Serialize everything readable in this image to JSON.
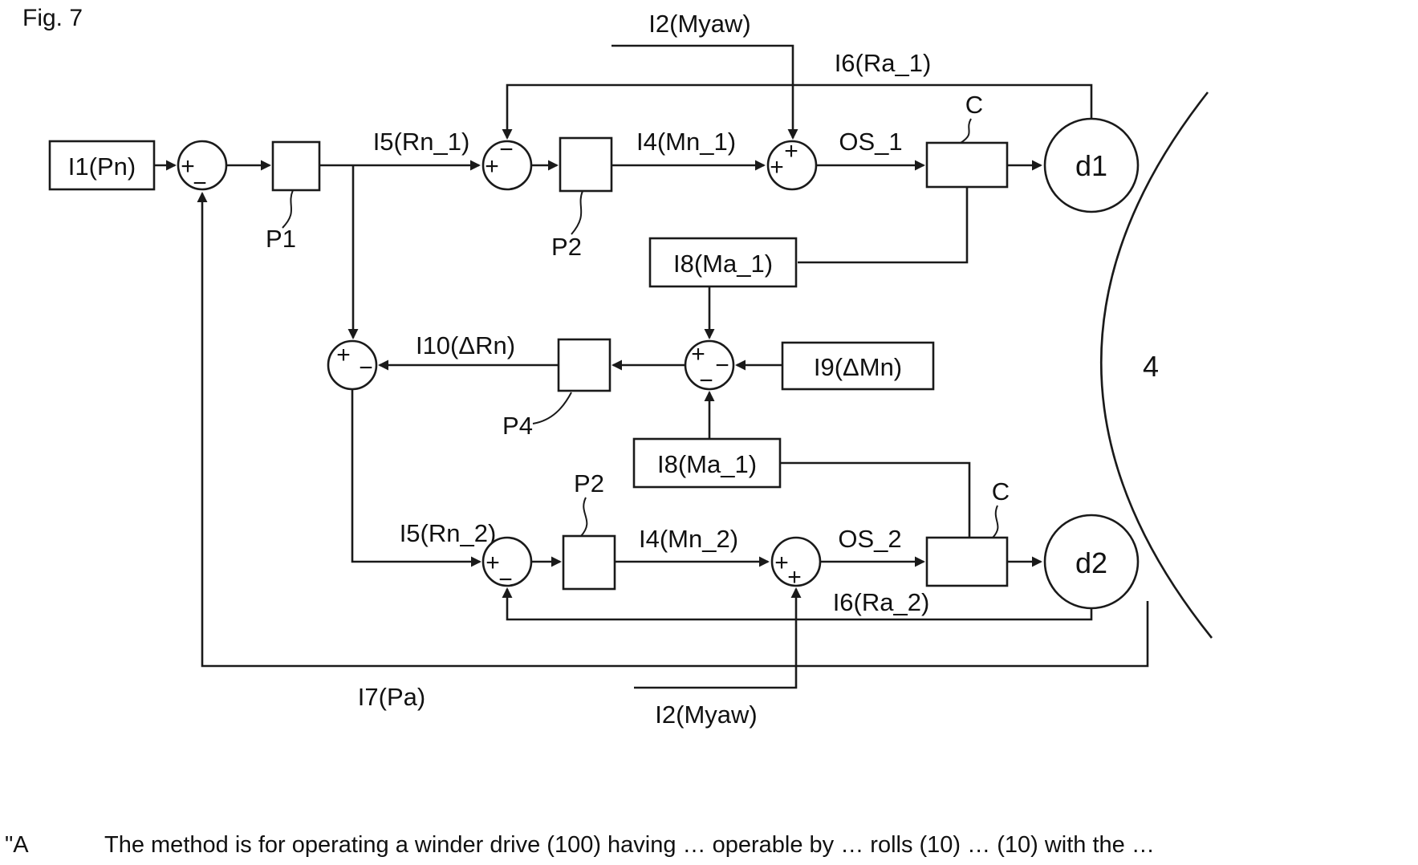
{
  "figure": {
    "label": "Fig. 7",
    "drum_ref": "4",
    "caption_lead": "\"A",
    "caption": "The method is for operating a winder drive (100) having … operable by … rolls (10) … (10) with the …"
  },
  "blocks": {
    "i1_pn": "I1(Pn)",
    "p1": "P1",
    "p2_top": "P2",
    "p2_bottom": "P2",
    "p4": "P4",
    "c_top": "C",
    "c_bottom": "C",
    "i8_ma1_top": "I8(Ma_1)",
    "i8_ma1_bottom": "I8(Ma_1)",
    "i9_dmn": "I9(ΔMn)",
    "d1": "d1",
    "d2": "d2"
  },
  "signals": {
    "i2_myaw_top": "I2(Myaw)",
    "i2_myaw_bottom": "I2(Myaw)",
    "i5_rn1": "I5(Rn_1)",
    "i5_rn2": "I5(Rn_2)",
    "i4_mn1": "I4(Mn_1)",
    "i4_mn2": "I4(Mn_2)",
    "os_1": "OS_1",
    "os_2": "OS_2",
    "i6_ra1": "I6(Ra_1)",
    "i6_ra2": "I6(Ra_2)",
    "i7_pa": "I7(Pa)",
    "i10_drn": "I10(ΔRn)"
  },
  "junctions": {
    "sum_input": {
      "left": "+",
      "bottom": "−"
    },
    "sum_rn1": {
      "top": "−",
      "left": "+"
    },
    "sum_mn1": {
      "top": "+",
      "left": "+"
    },
    "sum_delta": {
      "top": "+",
      "right": "−",
      "bottom": "−"
    },
    "sum_rn_delta": {
      "top": "+",
      "right": "−"
    },
    "sum_rn2": {
      "left": "+",
      "bottom": "−"
    },
    "sum_mn2": {
      "left": "+",
      "bottom": "+"
    }
  }
}
